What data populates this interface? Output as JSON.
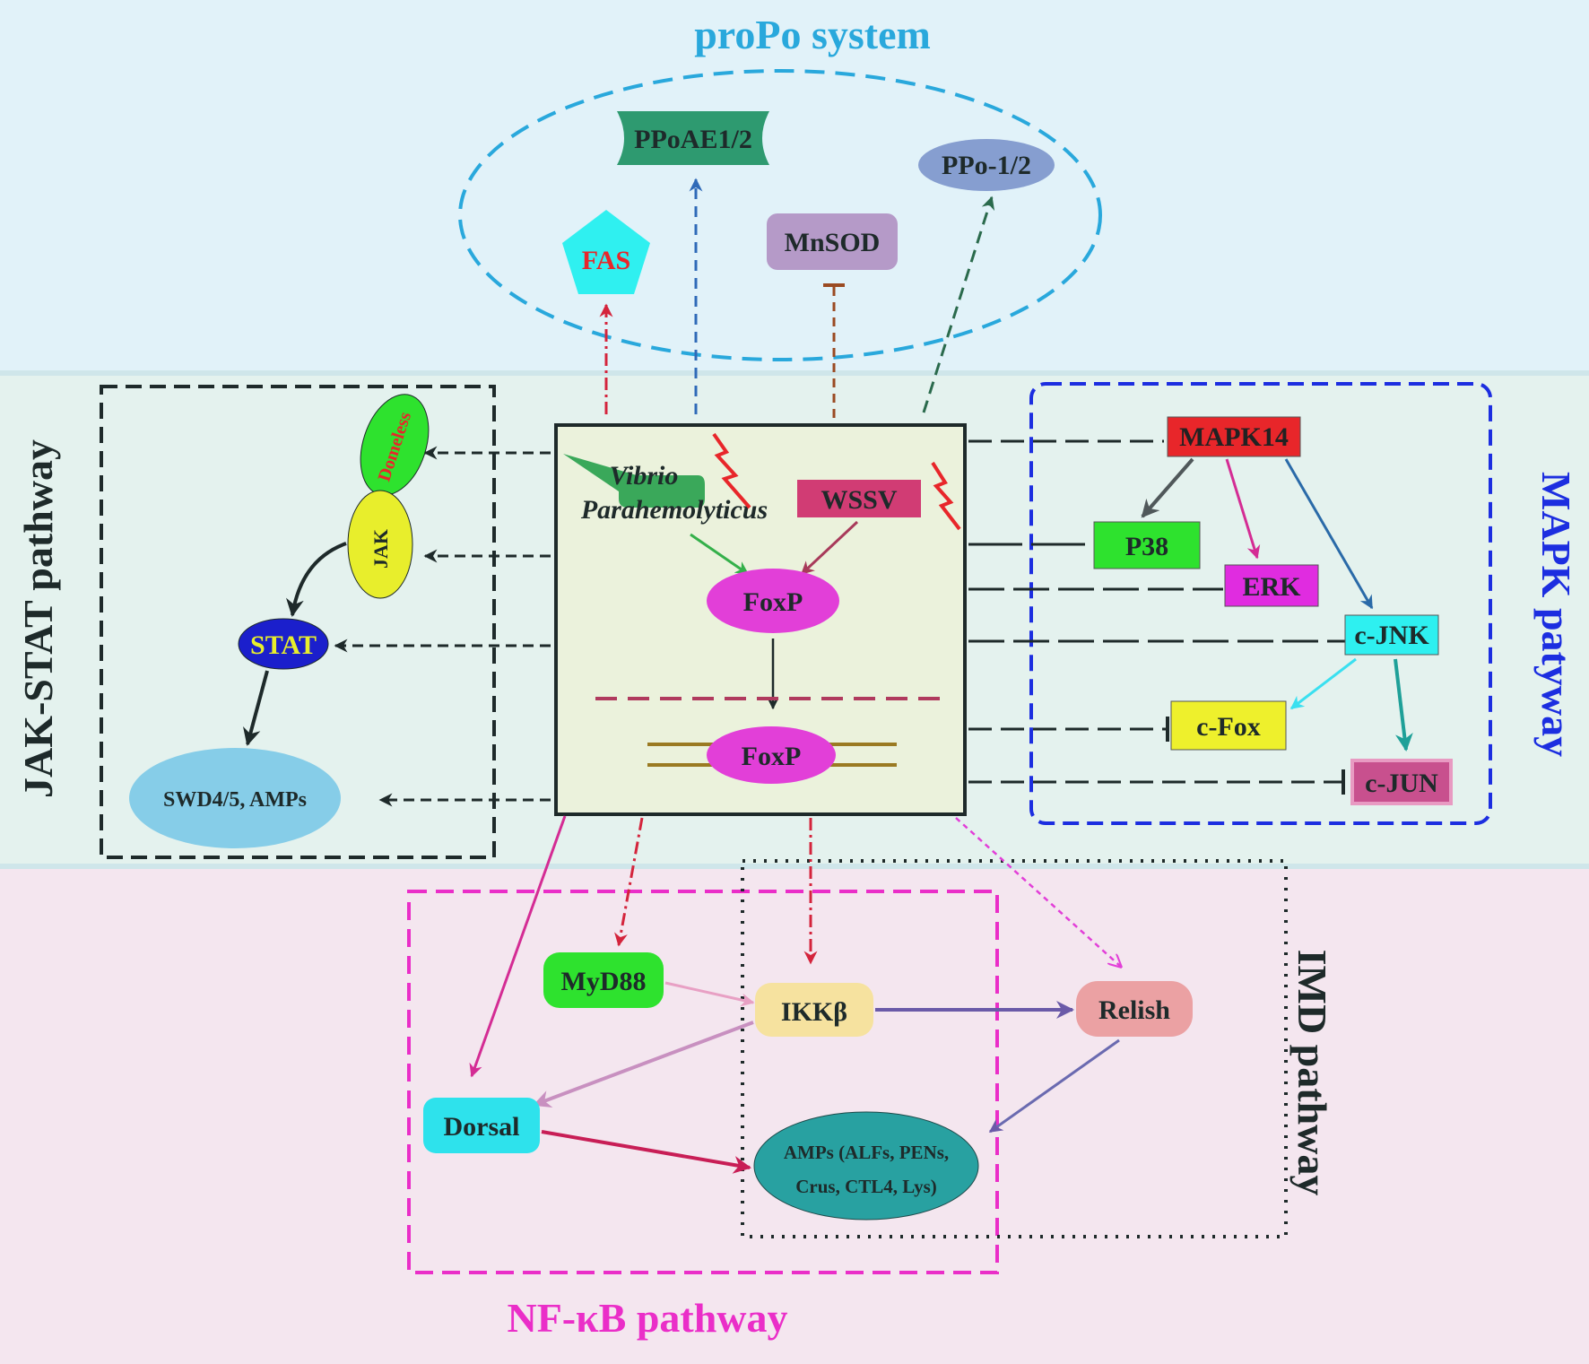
{
  "sections": {
    "propo_title": "proPo system",
    "jakstat_title": "JAK-STAT pathway",
    "mapk_title": "MAPK patyway",
    "nfkb_title": "NF-κB pathway",
    "imd_title": "IMD pathway"
  },
  "center": {
    "vibrio_line1": "Vibrio",
    "vibrio_line2": "Parahemolyticus",
    "wssv": "WSSV",
    "foxp_cytoplasm": "FoxP",
    "foxp_nucleus": "FoxP"
  },
  "propo": {
    "ppoae": "PPoAE1/2",
    "ppo": "PPo-1/2",
    "fas": "FAS",
    "mnsod": "MnSOD"
  },
  "jakstat": {
    "domeless": "Domeless",
    "jak": "JAK",
    "stat": "STAT",
    "swd": "SWD4/5, AMPs"
  },
  "mapk": {
    "mapk14": "MAPK14",
    "p38": "P38",
    "erk": "ERK",
    "cjnk": "c-JNK",
    "cfox": "c-Fox",
    "cjun": "c-JUN"
  },
  "nfkb": {
    "myd88": "MyD88",
    "ikkb": "IKKβ",
    "relish": "Relish",
    "dorsal": "Dorsal",
    "amps_line1": "AMPs (ALFs, PENs,",
    "amps_line2": "Crus, CTL4, Lys)"
  },
  "colors": {
    "propo_bg": "#e1f2f9",
    "mid_bg": "#e4f2ee",
    "bottom_bg": "#f4e6ef",
    "propo_title": "#29a8dc",
    "mapk_title": "#1c2ee0",
    "nfkb_title": "#ea2ec8",
    "center_box": "#ebf2dc",
    "foxp": "#e23fd8",
    "wssv": "#d13c74",
    "mapk14": "#e8262a",
    "ikkb": "#f6e29f",
    "relish": "#eba1a3",
    "dorsal": "#2ee2ec",
    "amps": "#28a1a1"
  }
}
